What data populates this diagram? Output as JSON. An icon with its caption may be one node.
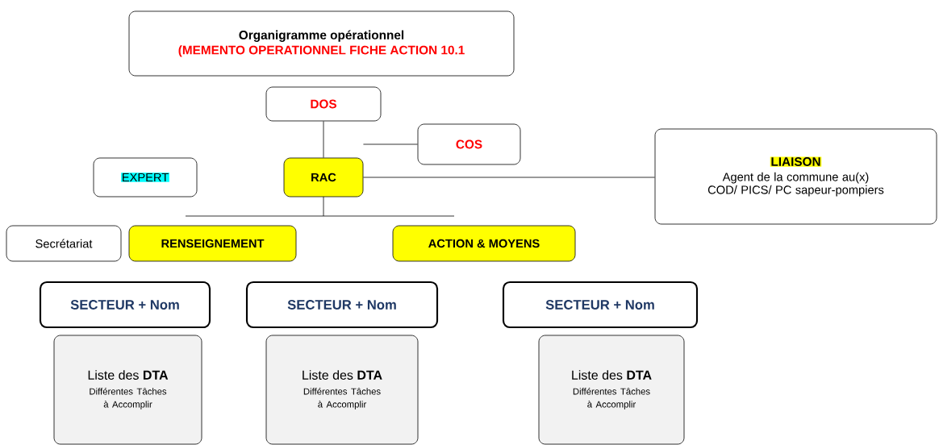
{
  "diagram": {
    "nodes": [
      {
        "text": [
          "Organigramme opérationnel",
          "(MEMENTO OPERATIONNEL FICHE ACTION 10.1"
        ]
      },
      {
        "text": [
          "DOS"
        ]
      },
      {
        "text": [
          "COS"
        ]
      },
      {
        "text": [
          "EXPERT"
        ]
      },
      {
        "text": [
          "RAC"
        ]
      },
      {
        "text": [
          "LIAISON",
          "Agent de la commune au(x) COD/ PICS/ PC sapeur-pompiers"
        ]
      },
      {
        "text": [
          "Secrétariat"
        ]
      },
      {
        "text": [
          "RENSEIGNEMENT"
        ]
      },
      {
        "text": [
          "**ACTION** & MOYENS"
        ]
      },
      {
        "text": [
          "SECTEUR + Nom"
        ]
      },
      {
        "text": [
          "SECTEUR + Nom"
        ]
      },
      {
        "text": [
          "SECTEUR + Nom"
        ]
      },
      {
        "text": [
          "Liste des **DTA**",
          "Différentes Tâches à Accomplir"
        ]
      },
      {
        "text": [
          "Liste des **DTA**",
          "Différentes Tâches à Accomplir"
        ]
      },
      {
        "text": [
          "Liste des **DTA**",
          "Différentes Tâches à Accomplir"
        ]
      }
    ],
    "edges": [
      {
        "from": 1,
        "to": 4,
        "arrow": "none"
      },
      {
        "from": 2,
        "to": 4,
        "arrow": "none"
      },
      {
        "from": 4,
        "to": 5,
        "arrow": "none"
      }
    ]
  }
}
